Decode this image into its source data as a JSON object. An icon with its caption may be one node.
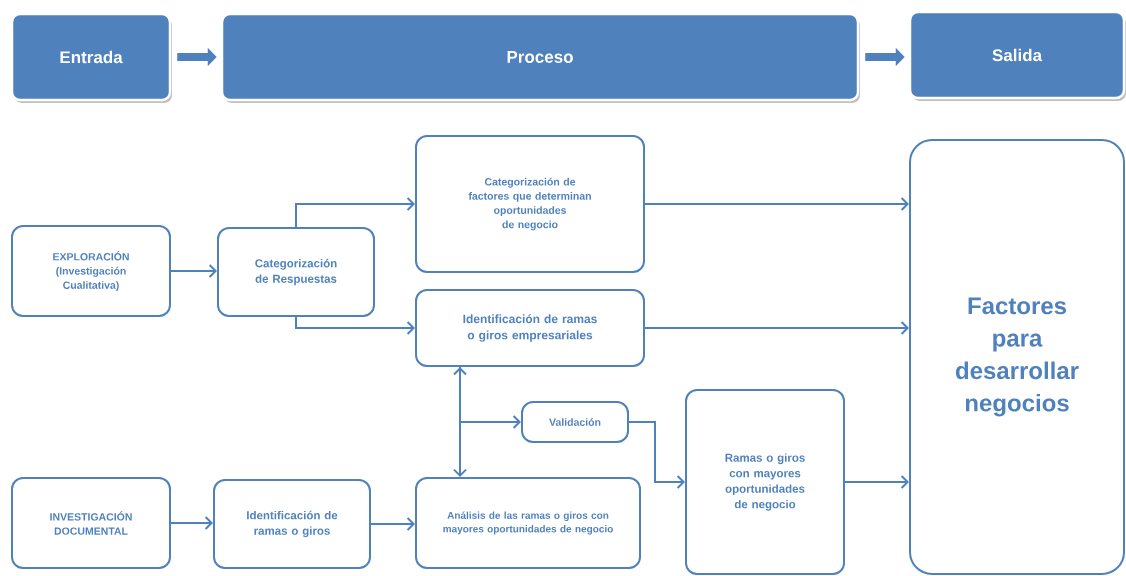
{
  "diagram": {
    "nodes": [
      {
        "text": [
          "Entrada"
        ]
      },
      {
        "text": [
          "Proceso"
        ]
      },
      {
        "text": [
          "Salida"
        ]
      },
      {
        "text": [
          "EXPLORACIÓN (Investigación Cualitativa)"
        ]
      },
      {
        "text": [
          "Categorización de Respuestas"
        ]
      },
      {
        "text": [
          "Categorización de factores que determinan oportunidades de negocio"
        ]
      },
      {
        "text": [
          "Identificación de ramas o giros empresariales"
        ]
      },
      {
        "text": [
          "Validación"
        ]
      },
      {
        "text": [
          "INVESTIGACIÓN DOCUMENTAL"
        ]
      },
      {
        "text": [
          "Identificación de ramas o giros"
        ]
      },
      {
        "text": [
          "Análisis de las ramas o giros con mayores oportunidades de negocio"
        ]
      },
      {
        "text": [
          "Ramas o giros con mayores oportunidades de negocio"
        ]
      },
      {
        "text": [
          "Factores para desarrollar negocios"
        ]
      }
    ],
    "edges": [
      {
        "from": 0,
        "to": 1,
        "arrow": "to",
        "style": "thick"
      },
      {
        "from": 1,
        "to": 2,
        "arrow": "to",
        "style": "thick"
      },
      {
        "from": 3,
        "to": 4,
        "arrow": "to"
      },
      {
        "from": 4,
        "to": 5,
        "arrow": "to"
      },
      {
        "from": 4,
        "to": 6,
        "arrow": "to"
      },
      {
        "from": 5,
        "to": 12,
        "arrow": "to"
      },
      {
        "from": 6,
        "to": 12,
        "arrow": "to"
      },
      {
        "from": 6,
        "to": 10,
        "arrow": "both"
      },
      {
        "from": 6,
        "to": 7,
        "arrow": "to"
      },
      {
        "from": 7,
        "to": 11,
        "arrow": "to"
      },
      {
        "from": 8,
        "to": 9,
        "arrow": "to"
      },
      {
        "from": 9,
        "to": 10,
        "arrow": "to"
      },
      {
        "from": 11,
        "to": 12,
        "arrow": "to"
      }
    ]
  }
}
